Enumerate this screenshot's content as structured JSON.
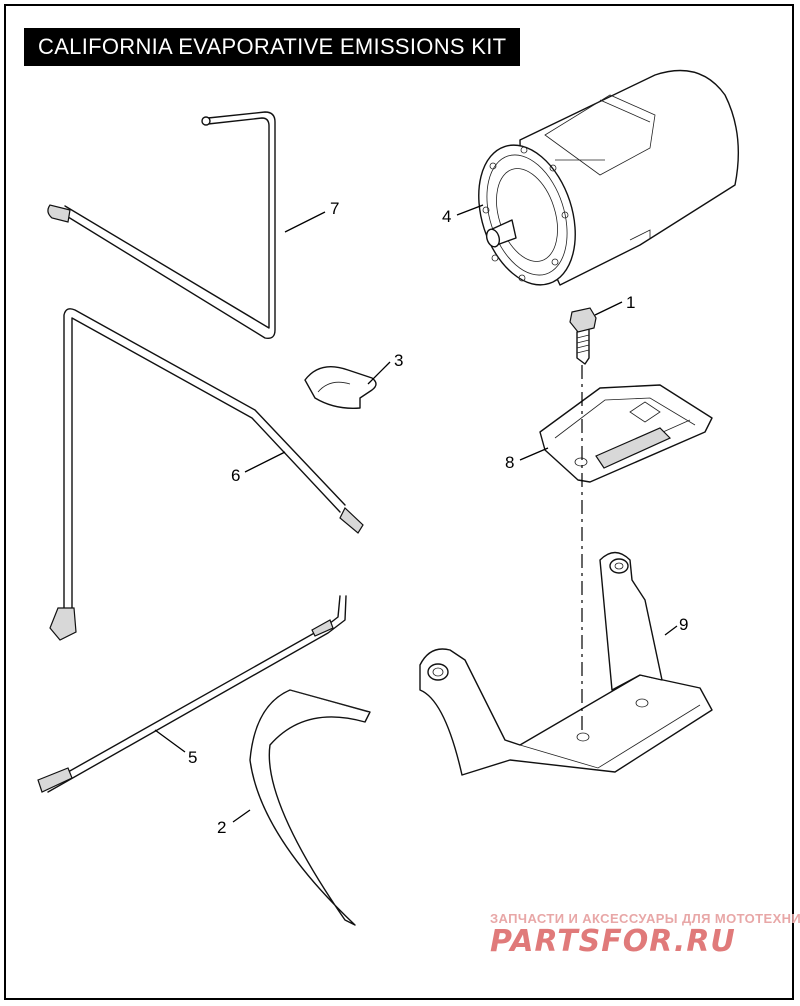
{
  "title": "CALIFORNIA EVAPORATIVE EMISSIONS KIT",
  "callouts": [
    "1",
    "2",
    "3",
    "4",
    "5",
    "6",
    "7",
    "8",
    "9"
  ],
  "watermark": {
    "tagline": "ЗАПЧАСТИ И АКСЕССУАРЫ ДЛЯ МОТОТЕХНИКИ",
    "logo": "PARTSFOR.RU"
  }
}
